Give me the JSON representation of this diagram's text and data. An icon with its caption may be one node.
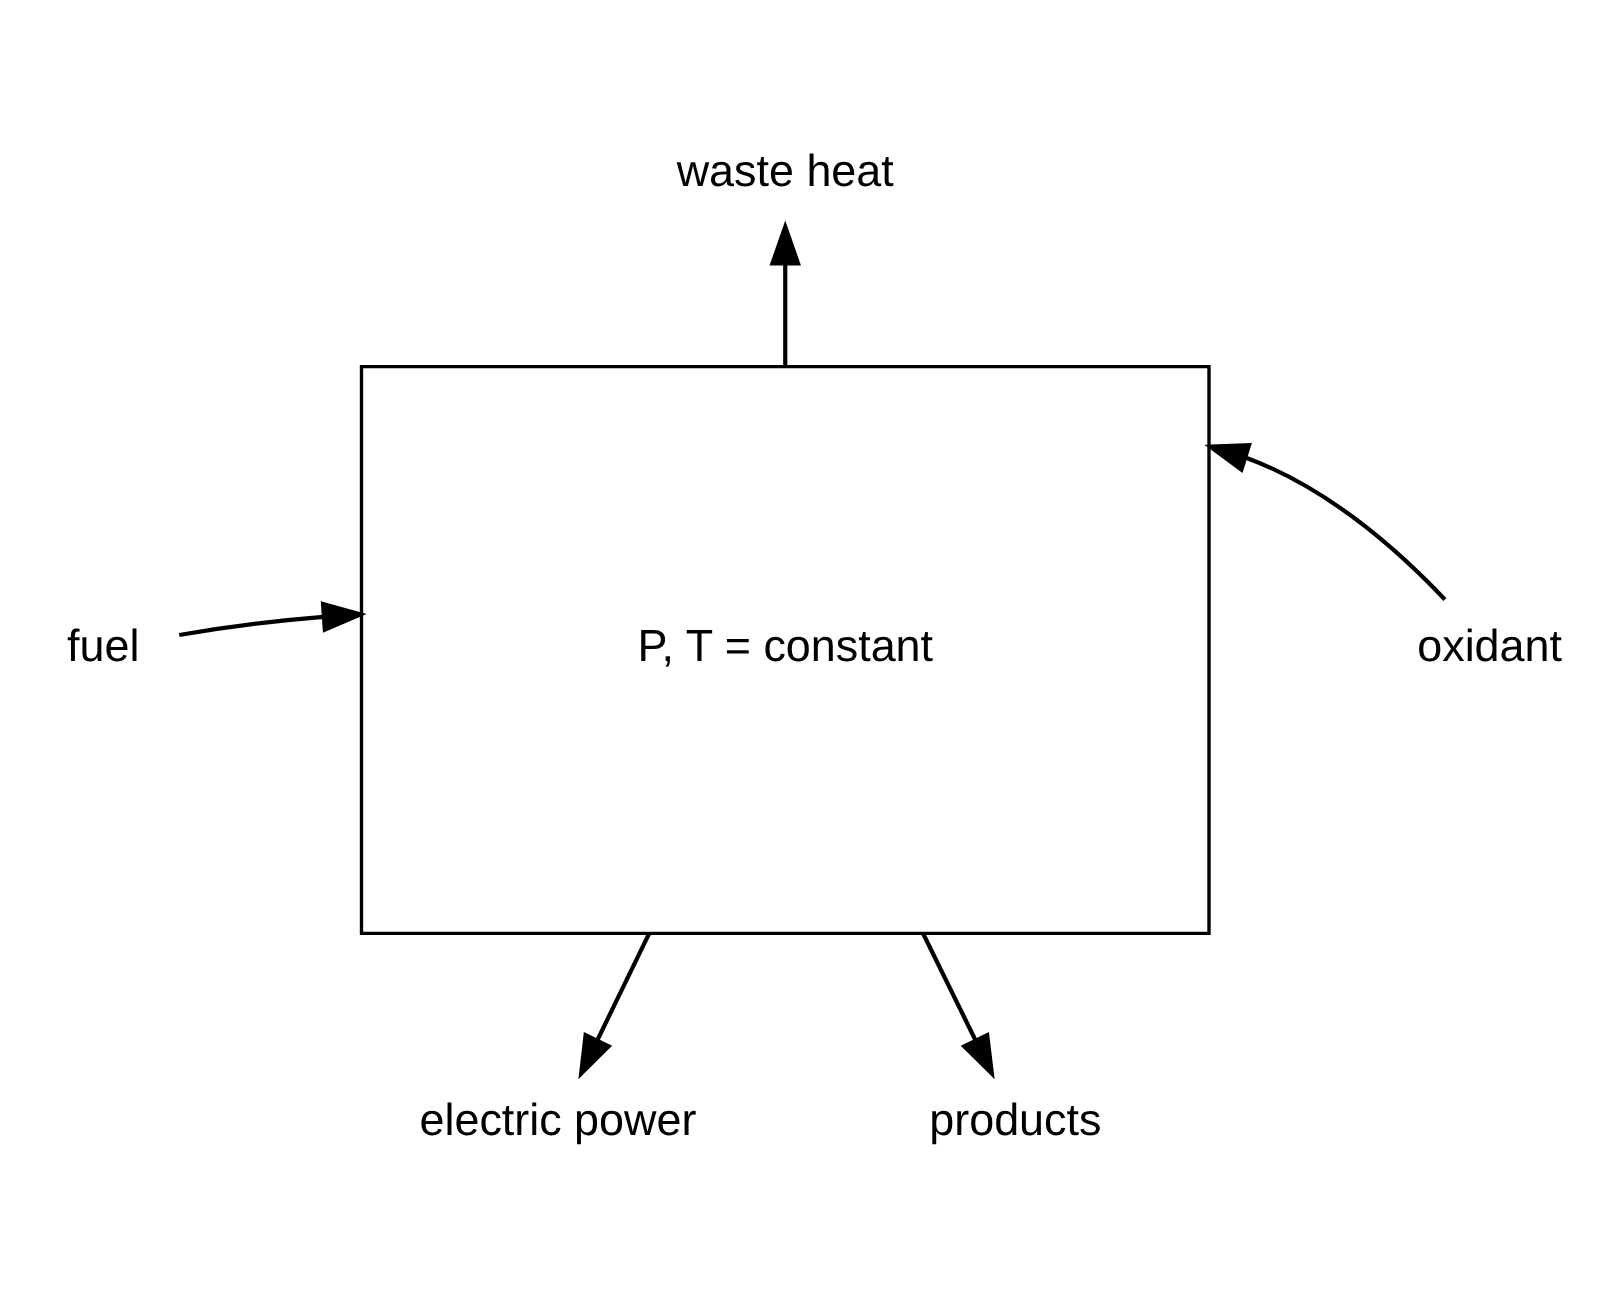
{
  "diagram": {
    "nodes": [
      {
        "text": [
          "P, T = constant"
        ]
      },
      {
        "text": [
          "waste heat"
        ]
      },
      {
        "text": [
          "fuel"
        ]
      },
      {
        "text": [
          "oxidant"
        ]
      },
      {
        "text": [
          "electric power"
        ]
      },
      {
        "text": [
          "products"
        ]
      }
    ],
    "edges": [
      {
        "from": 2,
        "to": 0,
        "arrow": "to"
      },
      {
        "from": 3,
        "to": 0,
        "arrow": "to"
      },
      {
        "from": 0,
        "to": 1,
        "arrow": "to"
      },
      {
        "from": 0,
        "to": 4,
        "arrow": "to"
      },
      {
        "from": 0,
        "to": 5,
        "arrow": "to"
      }
    ]
  }
}
